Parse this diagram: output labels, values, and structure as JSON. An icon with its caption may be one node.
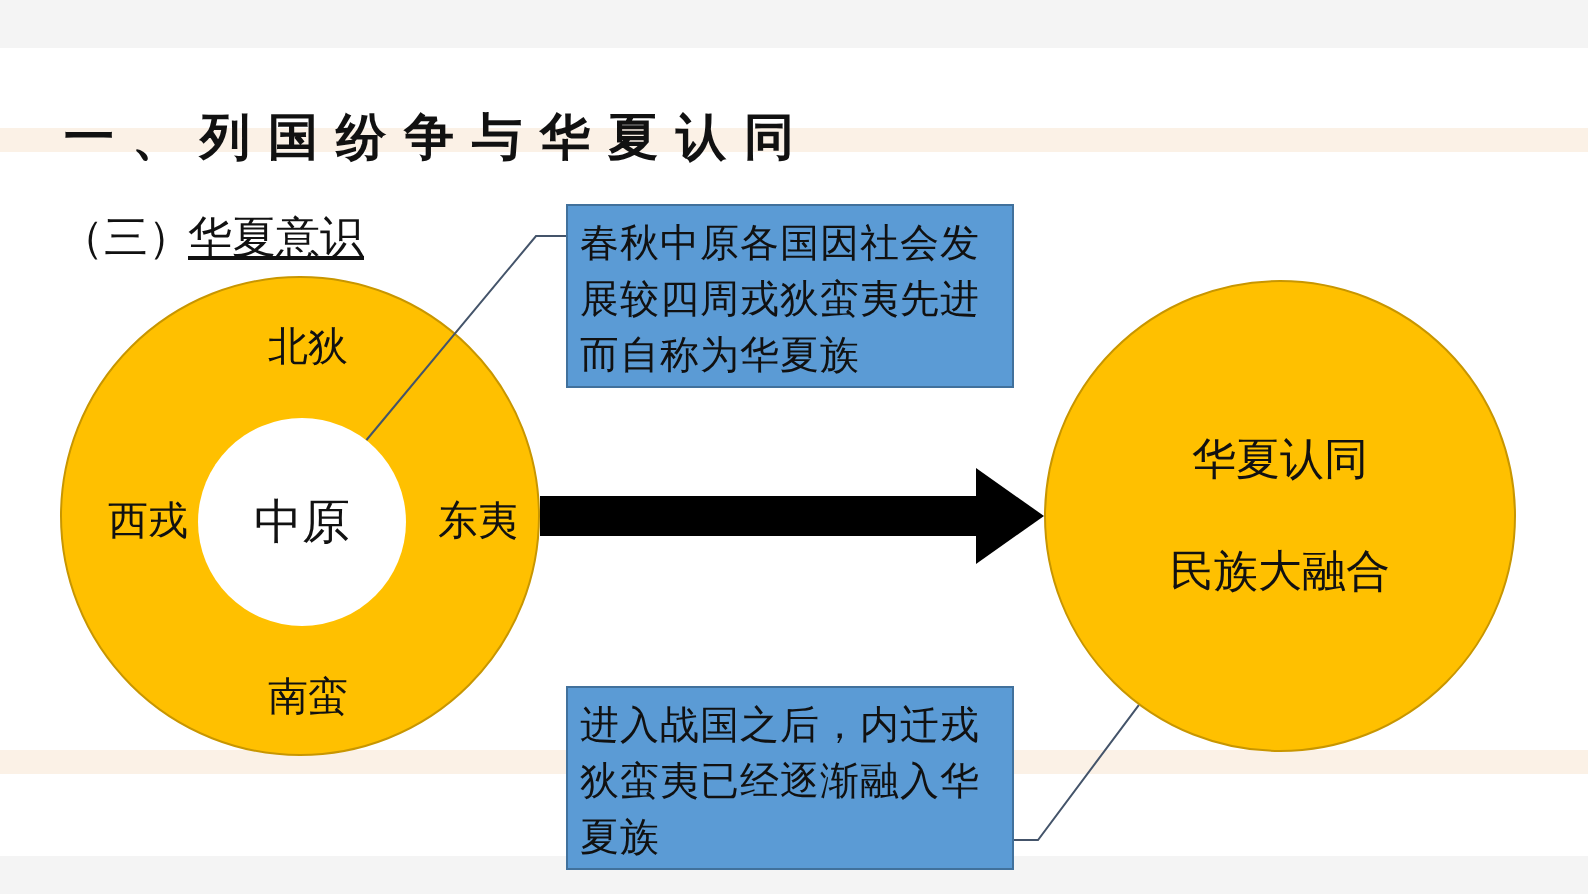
{
  "diagram": {
    "title": "一、列国纷争与华夏认同",
    "nodes": [
      {
        "text": [],
        "shape": "circle"
      },
      {
        "text": [
          "中原"
        ],
        "in": 0
      },
      {
        "text": [
          "北狄"
        ],
        "in": 0
      },
      {
        "text": [
          "西戎"
        ],
        "in": 0
      },
      {
        "text": [
          "东夷"
        ],
        "in": 0
      },
      {
        "text": [
          "南蛮"
        ],
        "in": 0
      },
      {
        "text": [
          "春秋中原各国因社会发展较四周戎狄蛮夷先进而自称为华夏族"
        ]
      },
      {
        "text": [
          "华夏认同",
          "民族大融合"
        ]
      },
      {
        "text": [
          "进入战国之后，内迁戎狄蛮夷已经逐渐融入华夏族"
        ]
      }
    ],
    "edges": [
      {
        "from": 6,
        "to": 1,
        "arrow": "none"
      },
      {
        "from": 0,
        "to": 7,
        "arrow": "to",
        "style": "thick",
        "color": "#000000"
      },
      {
        "from": 8,
        "to": 7,
        "arrow": "none"
      }
    ],
    "labels": [
      "（三）",
      "华夏意识"
    ]
  }
}
